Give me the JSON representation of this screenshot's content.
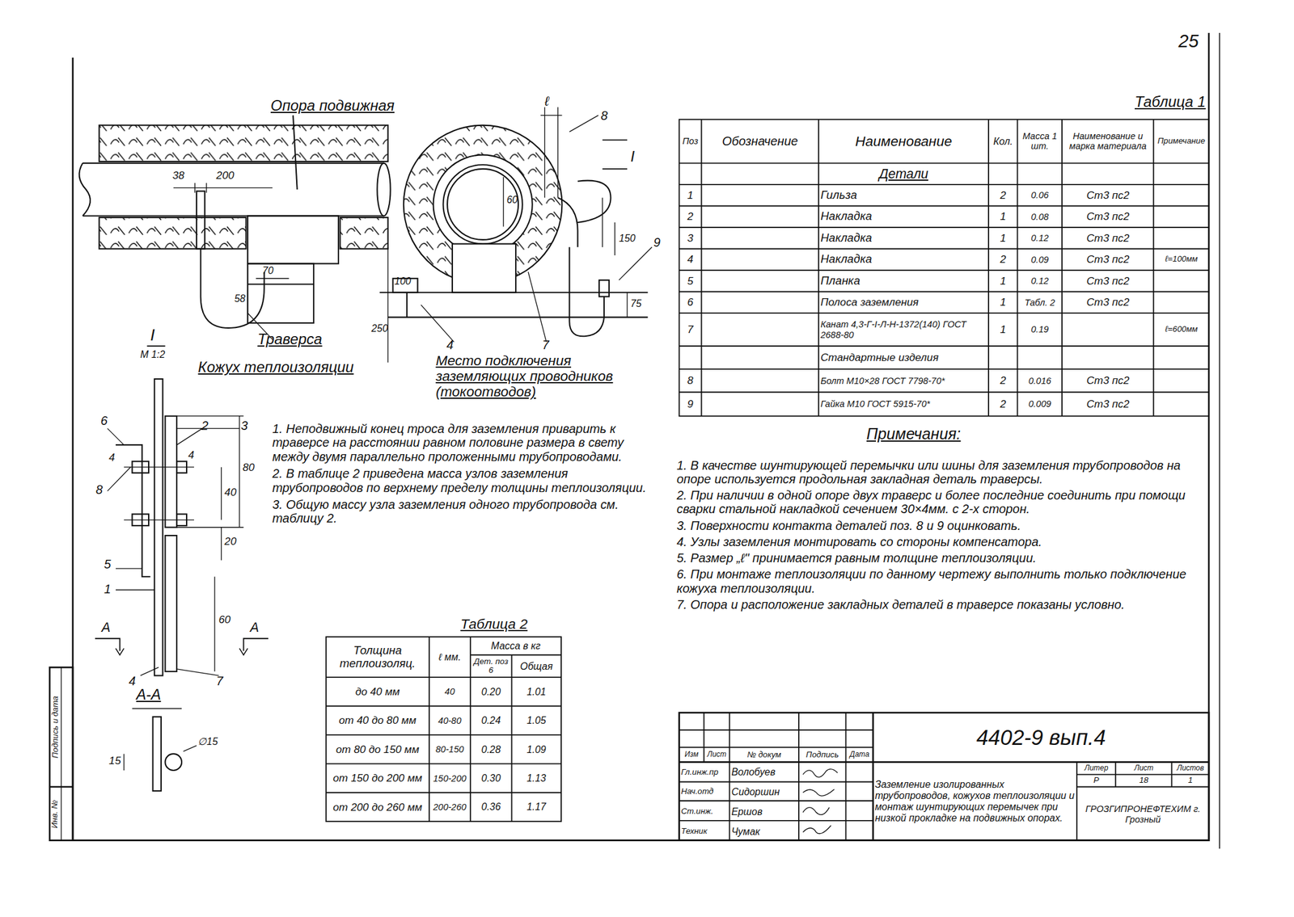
{
  "diagram": {
    "labels": [
      "25",
      "Опора подвижная",
      "38",
      "200",
      "70",
      "58",
      "Траверса",
      "I",
      "М 1:2",
      "Кожух теплоизоляции",
      "ℓ",
      "8",
      "I",
      "60",
      "150",
      "9",
      "100",
      "250",
      "75",
      "4",
      "7",
      "Место подключения заземляющих проводников (токоотводов)",
      "6",
      "2",
      "3",
      "4",
      "4",
      "40",
      "80",
      "8",
      "20",
      "5",
      "1",
      "60",
      "А",
      "А",
      "4",
      "7",
      "А-А",
      "15",
      "∅15",
      "1. Неподвижный конец троса для заземления приварить к траверсе на расстоянии равном половине размера в свету между двумя параллельно проложенными трубопроводами.",
      "2. В таблице 2 приведена масса узлов заземления трубопроводов по верхнему пределу толщины теплоизоляции.",
      "3. Общую массу узла заземления одного трубопровода см. таблицу 2.",
      "Таблица 2",
      "Толщина теплоизоляц.",
      "ℓ мм.",
      "Масса в кг",
      "Дет. поз 6",
      "Общая",
      "до 40 мм",
      "40",
      "0.20",
      "1.01",
      "от 40 до 80 мм",
      "40-80",
      "0.24",
      "1.05",
      "от 80 до 150 мм",
      "80-150",
      "0.28",
      "1.09",
      "от 150 до 200 мм",
      "150-200",
      "0.30",
      "1.13",
      "от 200 до 260 мм",
      "200-260",
      "0.36",
      "1.17",
      "Таблица 1",
      "Поз",
      "Обозначение",
      "Наименование",
      "Кол.",
      "Масса 1 шт.",
      "Наименование и марка материала",
      "Примечание",
      "Детали",
      "1",
      "Гильза",
      "2",
      "0.06",
      "Ст3 пс2",
      "2",
      "Накладка",
      "1",
      "0.08",
      "Ст3 пс2",
      "3",
      "Накладка",
      "1",
      "0.12",
      "Ст3 пс2",
      "4",
      "Накладка",
      "2",
      "0.09",
      "Ст3 пс2",
      "ℓ=100мм",
      "5",
      "Планка",
      "1",
      "0.12",
      "Ст3 пс2",
      "6",
      "Полоса заземления",
      "1",
      "Табл. 2",
      "Ст3 пс2",
      "7",
      "Канат 4,3-Г-I-Л-Н-1372(140) ГОСТ 2688-80",
      "1",
      "0.19",
      "ℓ=600мм",
      "Стандартные изделия",
      "8",
      "Болт М10×28 ГОСТ 7798-70*",
      "2",
      "0.016",
      "Ст3 пс2",
      "9",
      "Гайка М10 ГОСТ 5915-70*",
      "2",
      "0.009",
      "Ст3 пс2",
      "Примечания:",
      "1. В качестве шунтирующей перемычки или шины для заземления трубопроводов на опоре используется продольная закладная деталь траверсы.",
      "2. При наличии в одной опоре двух траверс и более последние соединить при помощи сварки стальной накладкой сечением 30×4мм. с 2-х сторон.",
      "3. Поверхности контакта деталей поз. 8 и 9 оцинковать.",
      "4. Узлы заземления монтировать со стороны компенсатора.",
      "5. Размер „ℓ\" принимается равным толщине теплоизоляции.",
      "6. При монтаже теплоизоляции по данному чертежу выполнить только подключение кожуха теплоизоляции.",
      "7. Опора и расположение закладных деталей в траверсе показаны условно.",
      "4402-9 вып.4",
      "Изм",
      "Лист",
      "№ докум",
      "Подпись",
      "Дата",
      "Гл.инж.пр",
      "Волобуев",
      "Нач.отд",
      "Сидоршин",
      "Ст.инж.",
      "Ершов",
      "Техник",
      "Чумак",
      "Заземление изолированных трубопроводов, кожухов теплоизоляции и монтаж шунтирующих перемычек при низкой прокладке на подвижных опорах.",
      "Литер",
      "Лист",
      "Листов",
      "Р",
      "18",
      "1",
      "ГРОЗГИПРОНЕФТЕХИМ г. Грозный",
      "Инв. №",
      "Подпись и дата"
    ]
  }
}
